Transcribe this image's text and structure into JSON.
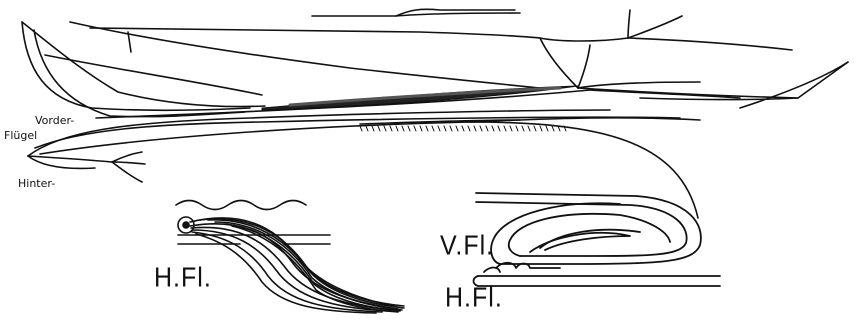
{
  "labels": {
    "vorder": "Vorder-",
    "flugel": "Flügel",
    "hinter": "Hinter-",
    "hfl_left": "H.Fl.",
    "vfl": "V.Fl.",
    "hfl_right": "H.Fl."
  },
  "colors": {
    "ink": "#111111",
    "paper": "#ffffff"
  }
}
